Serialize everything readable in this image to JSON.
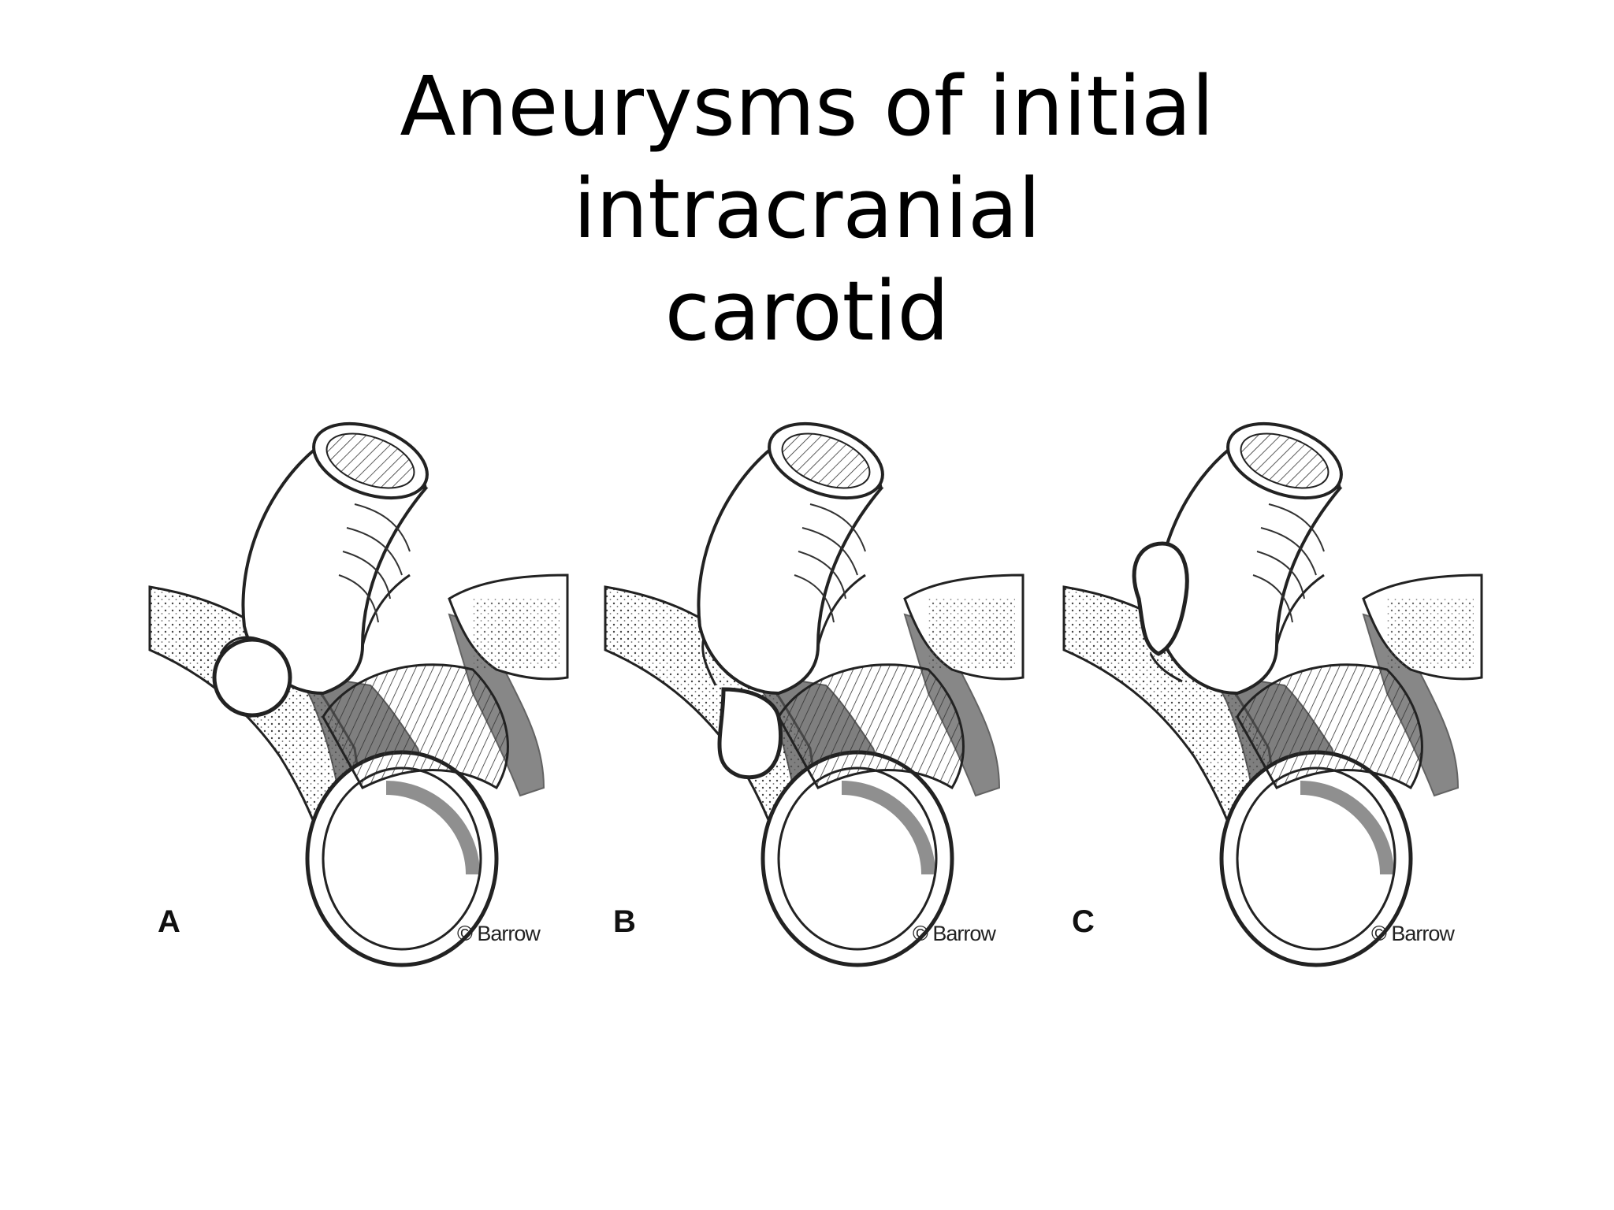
{
  "slide": {
    "title_line1": "Aneurysms of initial intracranial",
    "title_line2": "carotid"
  },
  "figure": {
    "panels": [
      {
        "label": "A",
        "copyright": "© Barrow"
      },
      {
        "label": "B",
        "copyright": "© Barrow"
      },
      {
        "label": "C",
        "copyright": "© Barrow"
      }
    ]
  }
}
